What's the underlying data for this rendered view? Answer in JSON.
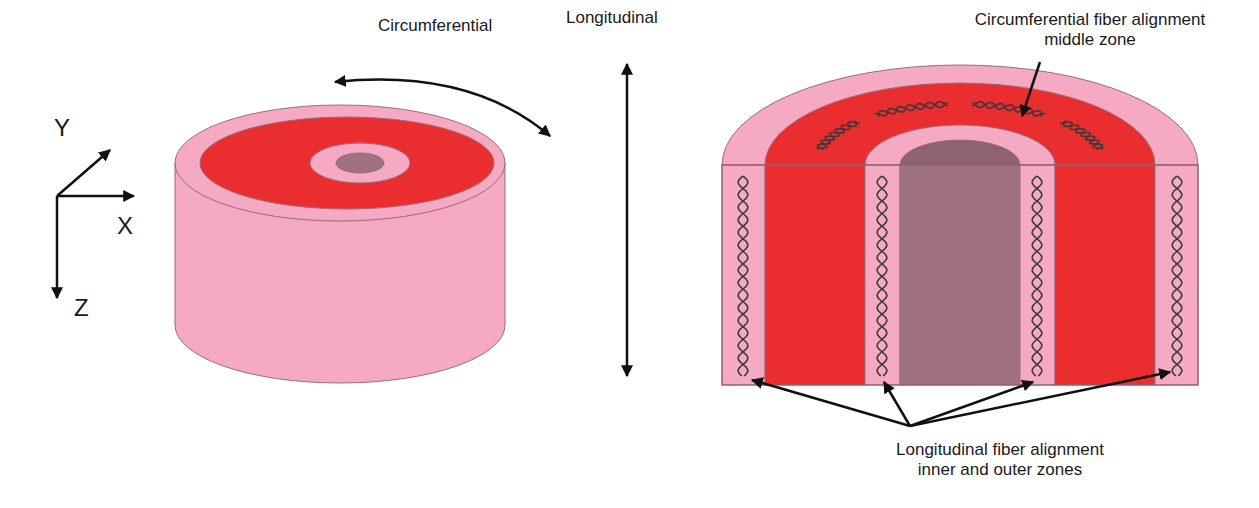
{
  "diagram": {
    "labels": [
      "Circumferential",
      "Longitudinal",
      "Y",
      "X",
      "Z",
      "Circumferential fiber alignment middle zone",
      "Longitudinal fiber alignment inner and outer zones"
    ]
  }
}
